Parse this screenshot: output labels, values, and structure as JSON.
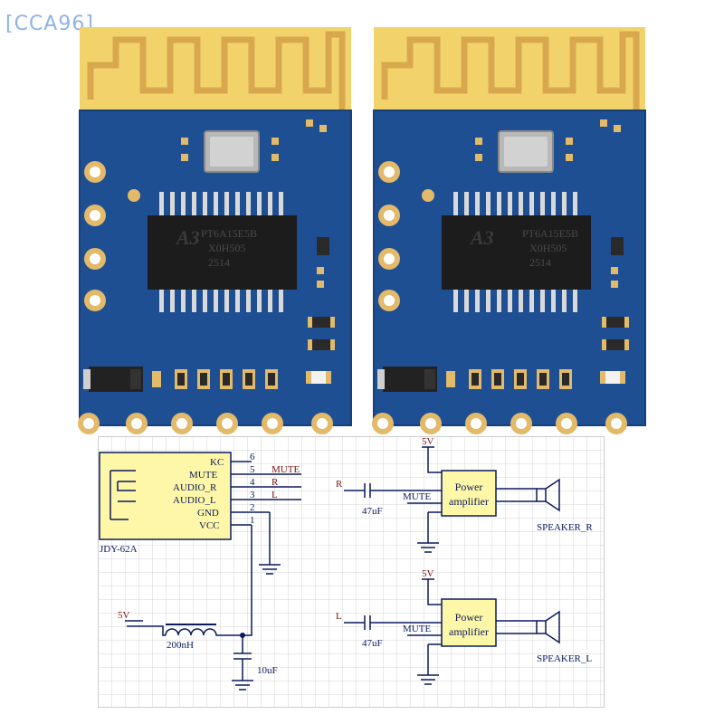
{
  "watermark": "[CCA96]",
  "chip": {
    "logo": "A3",
    "line1": "PT6A15E5B",
    "line2": "X0H505",
    "line3": "2514"
  },
  "schematic": {
    "module": {
      "name": "JDY-62A",
      "pins": [
        {
          "label": "KC",
          "num": "6",
          "net": ""
        },
        {
          "label": "MUTE",
          "num": "5",
          "net": "MUTE"
        },
        {
          "label": "AUDIO_R",
          "num": "4",
          "net": "R"
        },
        {
          "label": "AUDIO_L",
          "num": "3",
          "net": "L"
        },
        {
          "label": "GND",
          "num": "2",
          "net": ""
        },
        {
          "label": "VCC",
          "num": "1",
          "net": ""
        }
      ]
    },
    "supply": {
      "voltage": "5V",
      "inductor": "200nH",
      "capacitor": "10uF"
    },
    "amp_r": {
      "input": "R",
      "cap": "47uF",
      "mute": "MUTE",
      "vcc": "5V",
      "label1": "Power",
      "label2": "amplifier",
      "speaker": "SPEAKER_R"
    },
    "amp_l": {
      "input": "L",
      "cap": "47uF",
      "mute": "MUTE",
      "vcc": "5V",
      "label1": "Power",
      "label2": "amplifier",
      "speaker": "SPEAKER_L"
    }
  },
  "colors": {
    "pcb": "#1e4f93",
    "antenna": "#f0d36a",
    "gold": "#e3b96a",
    "grid": "#d9d9d9",
    "amp_fill": "#fff7a8",
    "wire": "#0a1a5c",
    "text_red": "#7a1010"
  }
}
